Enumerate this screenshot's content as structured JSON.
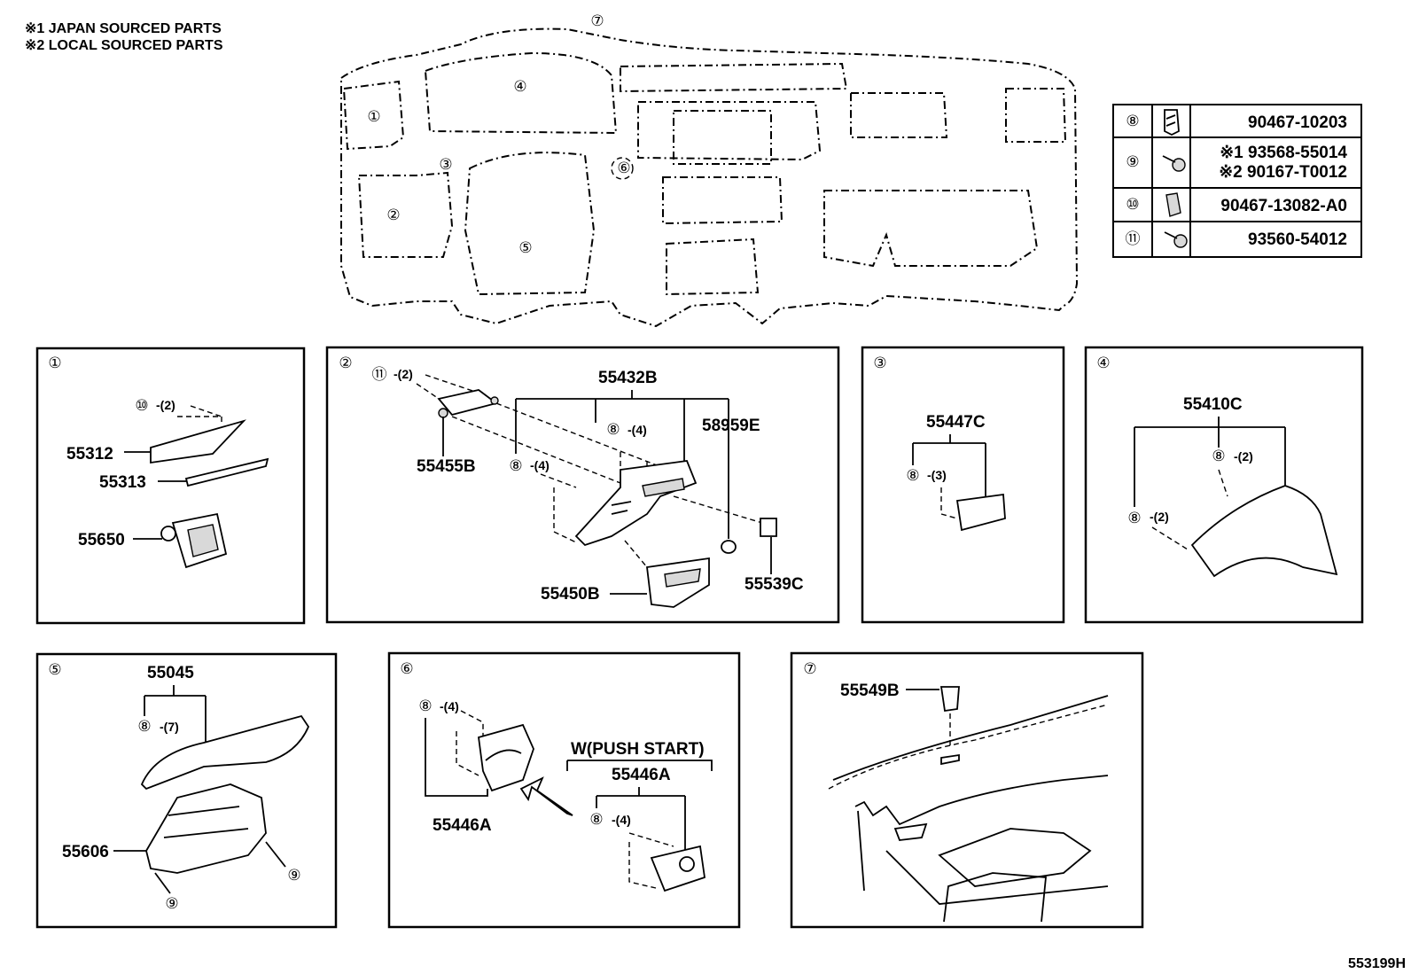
{
  "notes": {
    "n1": "※1 JAPAN SOURCED PARTS",
    "n2": "※2 LOCAL SOURCED PARTS"
  },
  "overview": {
    "callouts": [
      "①",
      "②",
      "③",
      "④",
      "⑤",
      "⑥",
      "⑦"
    ]
  },
  "fastener_table": {
    "rows": [
      {
        "num": "⑧",
        "icon": "clip-icon",
        "parts": [
          "90467-10203"
        ]
      },
      {
        "num": "⑨",
        "icon": "screw-icon",
        "parts": [
          "※1 93568-55014",
          "※2 90167-T0012"
        ]
      },
      {
        "num": "⑩",
        "icon": "nut-clip-icon",
        "parts": [
          "90467-13082-A0"
        ]
      },
      {
        "num": "⑪",
        "icon": "screw-icon",
        "parts": [
          "93560-54012"
        ]
      }
    ]
  },
  "panels": {
    "p1": {
      "num": "①",
      "labels": {
        "q10": "⑩",
        "q10c": "-(2)",
        "a": "55312",
        "b": "55313",
        "c": "55650"
      }
    },
    "p2": {
      "num": "②",
      "labels": {
        "q11": "⑪",
        "q11c": "-(2)",
        "a": "55432B",
        "b": "58959E",
        "c": "55455B",
        "q8a": "⑧",
        "q8ac": "-(4)",
        "q8b": "⑧",
        "q8bc": "-(4)",
        "d": "55450B",
        "e": "55539C"
      }
    },
    "p3": {
      "num": "③",
      "labels": {
        "a": "55447C",
        "q8": "⑧",
        "q8c": "-(3)"
      }
    },
    "p4": {
      "num": "④",
      "labels": {
        "a": "55410C",
        "q8a": "⑧",
        "q8ac": "-(2)",
        "q8b": "⑧",
        "q8bc": "-(2)"
      }
    },
    "p5": {
      "num": "⑤",
      "labels": {
        "a": "55045",
        "q8": "⑧",
        "q8c": "-(7)",
        "b": "55606",
        "q9a": "⑨",
        "q9b": "⑨"
      }
    },
    "p6": {
      "num": "⑥",
      "labels": {
        "q8a": "⑧",
        "q8ac": "-(4)",
        "a": "55446A",
        "cond": "W(PUSH START)",
        "b": "55446A",
        "q8b": "⑧",
        "q8bc": "-(4)"
      }
    },
    "p7": {
      "num": "⑦",
      "labels": {
        "a": "55549B"
      }
    }
  },
  "footer": {
    "code": "553199H"
  }
}
